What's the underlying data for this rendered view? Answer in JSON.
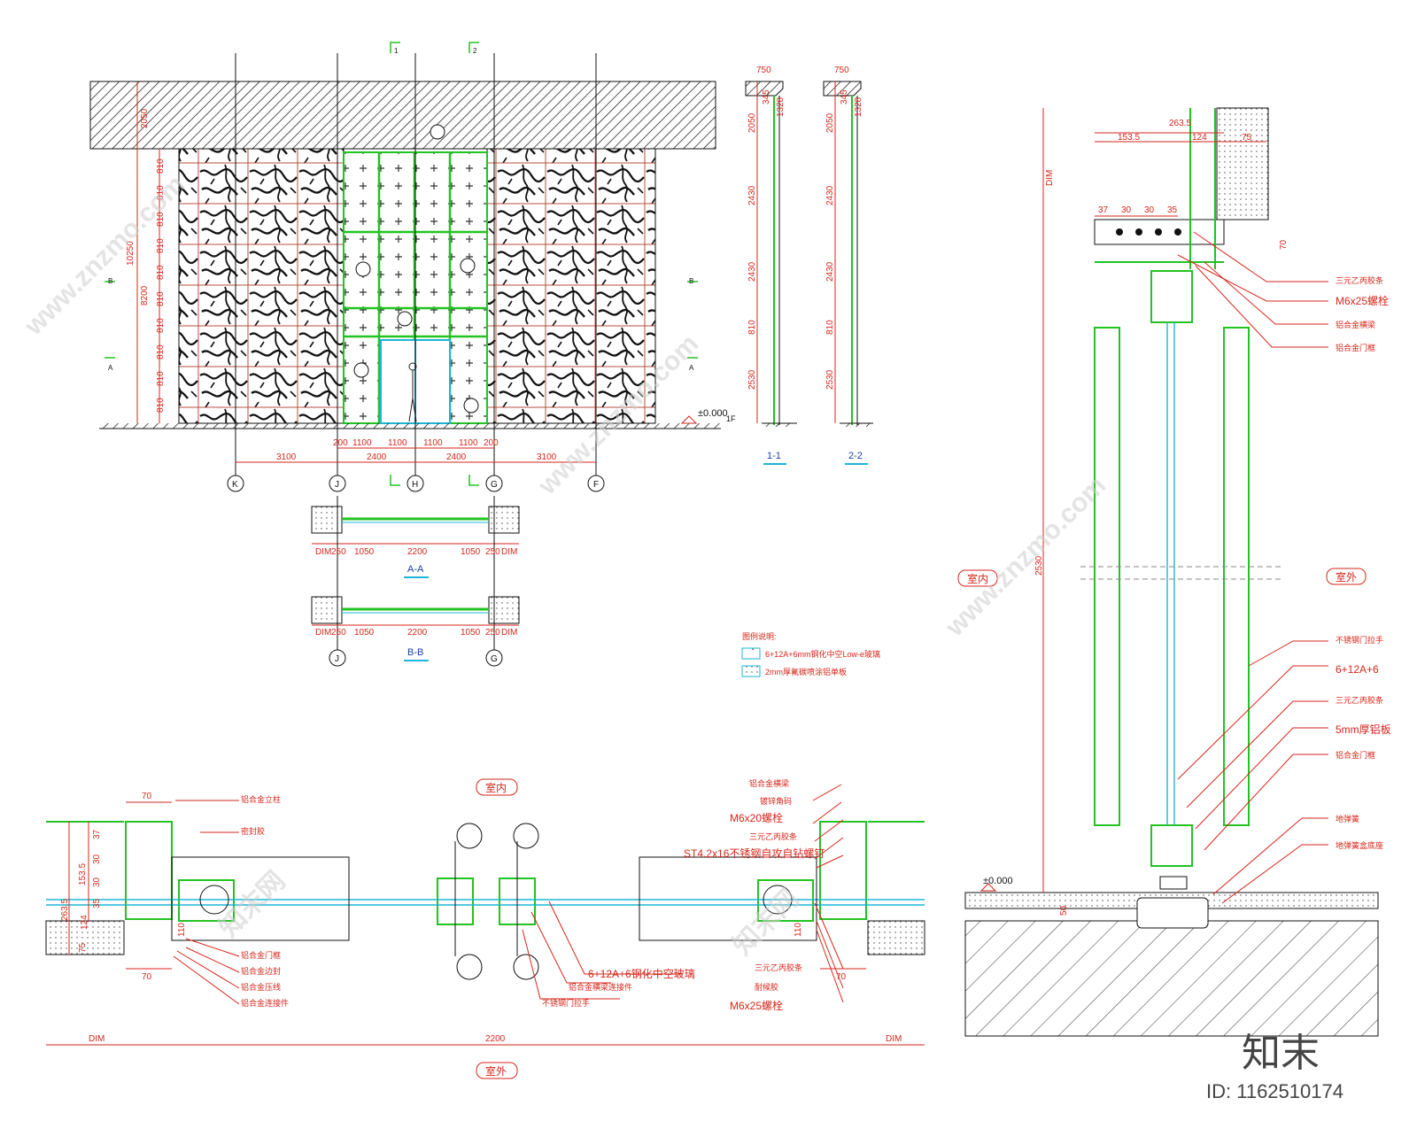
{
  "elevation": {
    "ground_mark": "±0.000",
    "floor_mark": "1F",
    "axes": [
      "K",
      "J",
      "H",
      "G",
      "F"
    ],
    "bottom_dims": [
      "3100",
      "2400",
      "2400",
      "3100"
    ],
    "door_dims": [
      "200",
      "1100",
      "1100",
      "1100",
      "1100",
      "200"
    ],
    "left_dims": [
      "2050",
      "810",
      "810",
      "810",
      "810",
      "810",
      "810",
      "810",
      "810",
      "810",
      "810"
    ],
    "total_height": "10250",
    "inner_height": "8200",
    "section_marks_top": [
      "1",
      "2"
    ],
    "side_marks": [
      "B",
      "A",
      "B",
      "A"
    ]
  },
  "sections": {
    "s11": {
      "label": "1-1",
      "top_dims": [
        "750",
        "345",
        "1328"
      ],
      "vertical_dims": [
        "2050",
        "2430",
        "2430",
        "810",
        "2530"
      ]
    },
    "s22": {
      "label": "2-2",
      "top_dims": [
        "750",
        "345",
        "1328"
      ],
      "vertical_dims": [
        "2050",
        "2430",
        "2430",
        "810",
        "2530"
      ]
    }
  },
  "plans": {
    "aa": {
      "label": "A-A",
      "dims": [
        "DIM",
        "250",
        "1050",
        "2200",
        "1050",
        "250",
        "DIM"
      ]
    },
    "bb": {
      "label": "B-B",
      "dims": [
        "DIM",
        "250",
        "1050",
        "2200",
        "1050",
        "250",
        "DIM"
      ]
    },
    "axes": [
      "J",
      "G"
    ]
  },
  "legend": {
    "title": "图例说明:",
    "items": [
      "6+12A+6mm钢化中空Low-e玻璃",
      "2mm厚氟碳喷涂铝单板"
    ]
  },
  "detail_plan": {
    "indoor": "室内",
    "outdoor": "室外",
    "dims_top": [
      "70"
    ],
    "dims_left": [
      "263.5",
      "153.5",
      "37",
      "30",
      "30",
      "35",
      "124",
      "75"
    ],
    "dims_bottom": [
      "70",
      "70"
    ],
    "side_110": "110",
    "bottom_dims": [
      "DIM",
      "2200",
      "DIM"
    ],
    "callouts_left": [
      "铝合金立柱",
      "密封胶",
      "铝合金门框",
      "铝合金边封",
      "铝合金压线",
      "铝合金连接件"
    ],
    "callouts_right": [
      "铝合金横梁",
      "镀锌角码",
      "M6x20螺栓",
      "三元乙丙胶条",
      "ST4.2x16不锈钢自攻自钻螺钉",
      "三元乙丙胶条",
      "耐候胶",
      "M6x25螺栓"
    ],
    "callouts_mid": [
      "6+12A+6钢化中空玻璃",
      "铝合金横梁连接件",
      "不锈钢门拉手"
    ]
  },
  "detail_section": {
    "indoor": "室内",
    "outdoor": "室外",
    "top_dims": [
      "263.5",
      "153.5",
      "124",
      "75"
    ],
    "small_dims": [
      "37",
      "30",
      "30",
      "35"
    ],
    "dim_70": "70",
    "dim_label": "DIM",
    "height_dim": "2530",
    "ground_mark": "±0.000",
    "bottom_dim": "50",
    "callouts_top": [
      "三元乙丙胶条",
      "M6x25螺栓",
      "铝合金横梁",
      "铝合金门框"
    ],
    "callouts_bottom": [
      "不锈钢门拉手",
      "6+12A+6",
      "三元乙丙胶条",
      "5mm厚铝板",
      "铝合金门框",
      "地弹簧",
      "地弹簧盒底座"
    ]
  },
  "watermark": {
    "site": "www.znzmo.com",
    "brand": "知末网",
    "logo": "知末",
    "id": "ID: 1162510174"
  }
}
